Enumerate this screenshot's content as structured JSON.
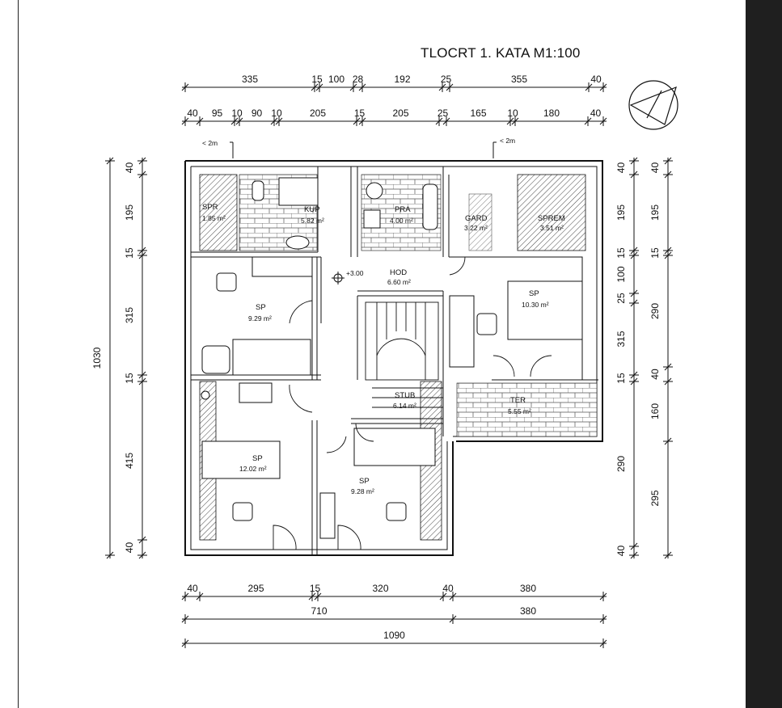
{
  "title": "TLOCRT 1. KATA  M1:100",
  "level_marker": "+3.00",
  "section_labels": {
    "left": "< 2m",
    "right": "< 2m"
  },
  "dims": {
    "top_row1": [
      "335",
      "15",
      "100",
      "28",
      "192",
      "25",
      "355",
      "40"
    ],
    "top_row2": [
      "40",
      "95",
      "10",
      "90",
      "10",
      "205",
      "15",
      "205",
      "25",
      "165",
      "10",
      "180",
      "40"
    ],
    "left_col": [
      "40",
      "195",
      "15",
      "315",
      "15",
      "415",
      "40"
    ],
    "left_total": "1030",
    "right_col1": [
      "40",
      "195",
      "15",
      "100",
      "25",
      "315",
      "15",
      "290",
      "40"
    ],
    "right_col2": [
      "40",
      "195",
      "15",
      "290",
      "40",
      "160",
      "295"
    ],
    "bottom_row1": [
      "40",
      "295",
      "15",
      "320",
      "40",
      "380"
    ],
    "bottom_row2": [
      "710",
      "380"
    ],
    "bottom_total": "1090"
  },
  "rooms": [
    {
      "name": "SPR",
      "area": "1.85 m²"
    },
    {
      "name": "KUP",
      "area": "5.82 m²"
    },
    {
      "name": "PRA",
      "area": "4.00 m²"
    },
    {
      "name": "GARD",
      "area": "3.22 m²"
    },
    {
      "name": "SPREM",
      "area": "3.51 m²"
    },
    {
      "name": "HOD",
      "area": "6.60 m²"
    },
    {
      "name": "SP",
      "area": "9.29 m²"
    },
    {
      "name": "SP",
      "area": "10.30 m²"
    },
    {
      "name": "STUB",
      "area": "6.14 m²"
    },
    {
      "name": "TER",
      "area": "5.55 m²"
    },
    {
      "name": "SP",
      "area": "12.02 m²"
    },
    {
      "name": "SP",
      "area": "9.28 m²"
    }
  ]
}
